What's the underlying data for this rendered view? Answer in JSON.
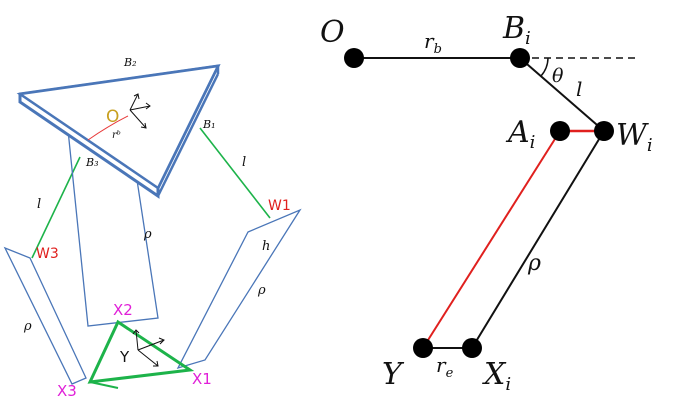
{
  "left": {
    "labels": {
      "B2": "B₂",
      "B1": "B₁",
      "B3": "B₃",
      "O": "O",
      "rb": "rᵇ",
      "l_left": "l",
      "l_right": "l",
      "rho_mid": "ρ",
      "rho_left": "ρ",
      "rho_right": "ρ",
      "h": "h",
      "W1": "W1",
      "W3": "W3",
      "X1": "X1",
      "X2": "X2",
      "X3": "X3",
      "Y": "Y"
    },
    "colors": {
      "platform": "#4a76b8",
      "arm": "#1db34a",
      "wlabel": "#e0201e",
      "xlabel": "#e020d8",
      "olabel": "#c8a020",
      "rb": "#e83a3a"
    }
  },
  "right": {
    "labels": {
      "O": "O",
      "r": "r",
      "b": "b",
      "B": "B",
      "i1": "i",
      "theta": "θ",
      "l": "l",
      "A": "A",
      "i2": "i",
      "W": "W",
      "i3": "i",
      "rho": "ρ",
      "Y": "Y",
      "re_r": "r",
      "re_e": "e",
      "X": "X",
      "i4": "i"
    },
    "colors": {
      "line": "#111111",
      "red": "#e0201e"
    }
  }
}
